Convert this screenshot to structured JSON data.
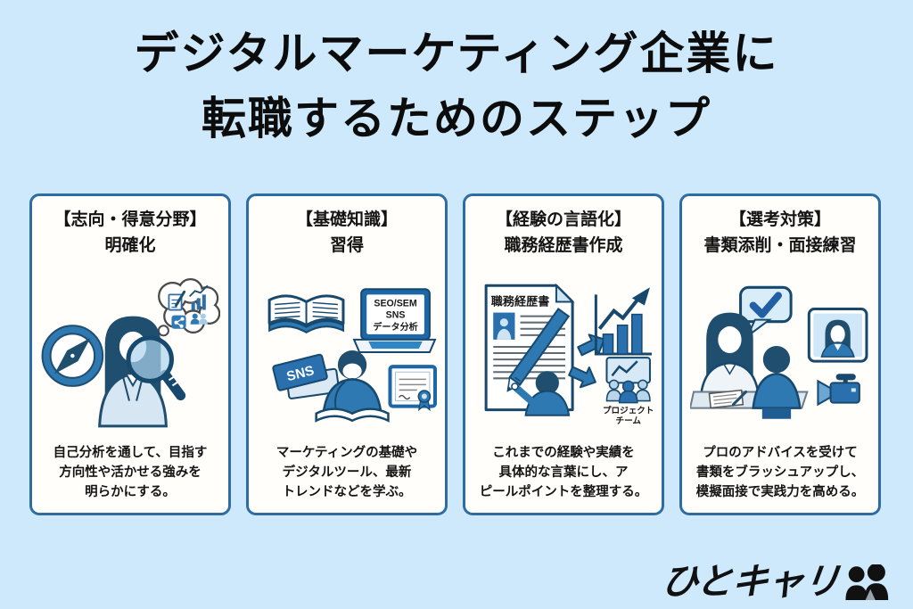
{
  "title": {
    "line1": "デジタルマーケティング企業に",
    "line2": "転職するためのステップ"
  },
  "cards": [
    {
      "header": [
        "【志向・得意分野】",
        "明確化"
      ],
      "desc": [
        "自己分析を通して、目指す",
        "方向性や活かせる強みを",
        "明らかにする。"
      ],
      "illustration": "self-analysis",
      "illustration_icons": [
        "compass-icon",
        "magnifier-icon",
        "thought-bubble",
        "note-icon",
        "bar-chart-icon",
        "share-icon",
        "people-icon"
      ]
    },
    {
      "header": [
        "【基礎知識】",
        "習得"
      ],
      "desc": [
        "マーケティングの基礎や",
        "デジタルツール、最新",
        "トレンドなどを学ぶ。"
      ],
      "illustration": "learning",
      "laptop_screen": [
        "SEO/SEM",
        "SNS",
        "データ分析"
      ],
      "book_label": "SNS",
      "illustration_icons": [
        "open-book-icon",
        "laptop-icon",
        "sns-book-icon",
        "studying-person",
        "certificate-icon"
      ]
    },
    {
      "header": [
        "【経験の言語化】",
        "職務経歴書作成"
      ],
      "desc": [
        "これまでの経験や実績を",
        "具体的な言葉にし、ア",
        "ピールポイントを整理する。"
      ],
      "illustration": "resume-writing",
      "resume_title": "職務経歴書",
      "team_label": [
        "プロジェクト",
        "チーム"
      ],
      "illustration_icons": [
        "resume-document",
        "pen-icon",
        "arrow-icon",
        "growth-chart-icon",
        "project-team-icon"
      ]
    },
    {
      "header": [
        "【選考対策】",
        "書類添削・面接練習"
      ],
      "desc": [
        "プロのアドバイスを受けて",
        "書類をブラッシュアップし、",
        "模擬面接で実践力を高める。"
      ],
      "illustration": "interview-practice",
      "illustration_icons": [
        "interviewer-person",
        "check-speech-bubble",
        "candidate-person",
        "video-monitor",
        "video-camera-icon"
      ]
    }
  ],
  "logo": {
    "text": "ひとキャリ"
  },
  "colors": {
    "background": "#cee9fb",
    "card_border": "#2e6da4",
    "card_background": "#fffefb",
    "accent_blue": "#2f79b3",
    "dark_navy": "#1f4e6e",
    "light_blue_fill": "#cfe4f2",
    "text": "#141414",
    "logo_black": "#111111"
  }
}
